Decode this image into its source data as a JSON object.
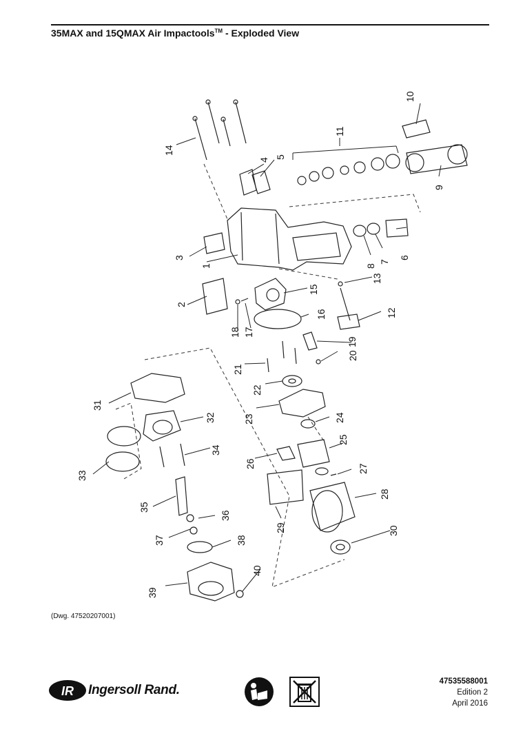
{
  "header": {
    "title_main": "35MAX and 15QMAX Air Impactools",
    "title_tm": "TM",
    "title_suffix": " - Exploded View"
  },
  "part_numbers": [
    "1",
    "2",
    "3",
    "4",
    "5",
    "6",
    "7",
    "8",
    "9",
    "10",
    "11",
    "12",
    "13",
    "14",
    "15",
    "16",
    "17",
    "18",
    "19",
    "20",
    "21",
    "22",
    "23",
    "24",
    "25",
    "26",
    "27",
    "28",
    "29",
    "30",
    "31",
    "32",
    "33",
    "34",
    "35",
    "36",
    "37",
    "38",
    "39",
    "40"
  ],
  "drawing_ref": "(Dwg. 47520207001)",
  "footer": {
    "brand_name": "Ingersoll Rand.",
    "logo_mark": "IR",
    "doc_number": "47535588001",
    "edition": "Edition 2",
    "date": "April 2016",
    "icons": [
      "read-manual-icon",
      "no-trash-disposal-icon"
    ]
  }
}
